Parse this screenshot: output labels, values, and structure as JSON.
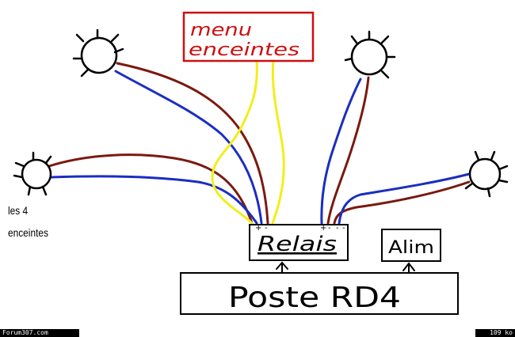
{
  "labels": {
    "menu_line1": "menu",
    "menu_line2": "enceintes",
    "relais": "Relais",
    "alim": "Alim",
    "poste": "Poste RD4",
    "note_line1": "les 4",
    "note_line2": "enceintes",
    "plus": "+",
    "minus": "-"
  },
  "footer": {
    "left": "Forum307.com",
    "right": "109 ko"
  },
  "colors": {
    "wire_red": "#7a1a10",
    "wire_blue": "#1a2ec0",
    "wire_yellow": "#f2ee1a",
    "menu_box": "#cc1010",
    "ink": "#000000"
  }
}
